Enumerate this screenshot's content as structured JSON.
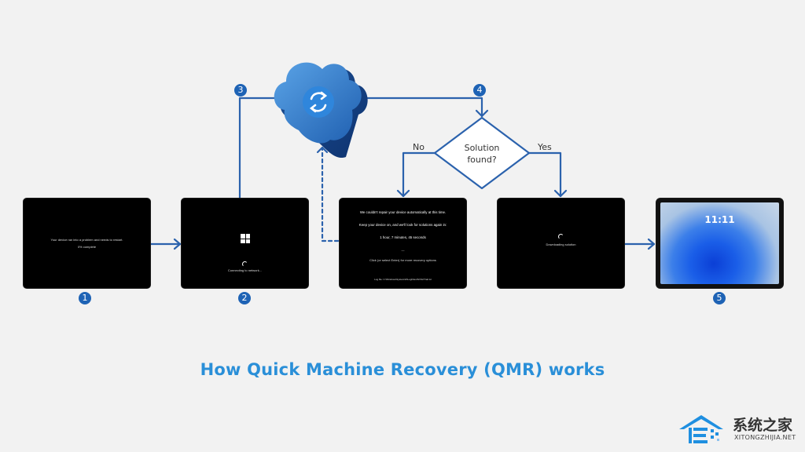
{
  "diagram": {
    "title": "How Quick Machine Recovery (QMR) works",
    "accent_color": "#1e63b5",
    "title_color": "#2a8fd8",
    "steps": [
      {
        "number": "1",
        "screen_lines": [
          "Your device ran into a problem and needs to restart.",
          "0% complete"
        ]
      },
      {
        "number": "2",
        "screen_lines": [
          "Connecting to network..."
        ]
      },
      {
        "number": "3"
      },
      {
        "number": "4"
      },
      {
        "number": "5",
        "screen_lines": [
          "11:11"
        ]
      }
    ],
    "no_solution_screen": {
      "lines": [
        "We couldn't repair your device automatically at this time.",
        "Keep your device on, and we'll look for solutions again in:",
        "1 hour, 7 minutes, 45 seconds",
        "—",
        "Click (or select Enter) for more recovery options",
        "Log file: C:\\Windows\\System32\\LogFiles\\Srt\\SrtTrail.txt"
      ]
    },
    "solution_screen": {
      "lines": [
        "Downloading solution"
      ]
    },
    "decision": {
      "text_line1": "Solution",
      "text_line2": "found?",
      "no_label": "No",
      "yes_label": "Yes"
    },
    "cloud": {
      "icon": "sync-icon"
    }
  },
  "watermark": {
    "chinese": "系统之家",
    "english": "XITONGZHIJIA.NET"
  }
}
